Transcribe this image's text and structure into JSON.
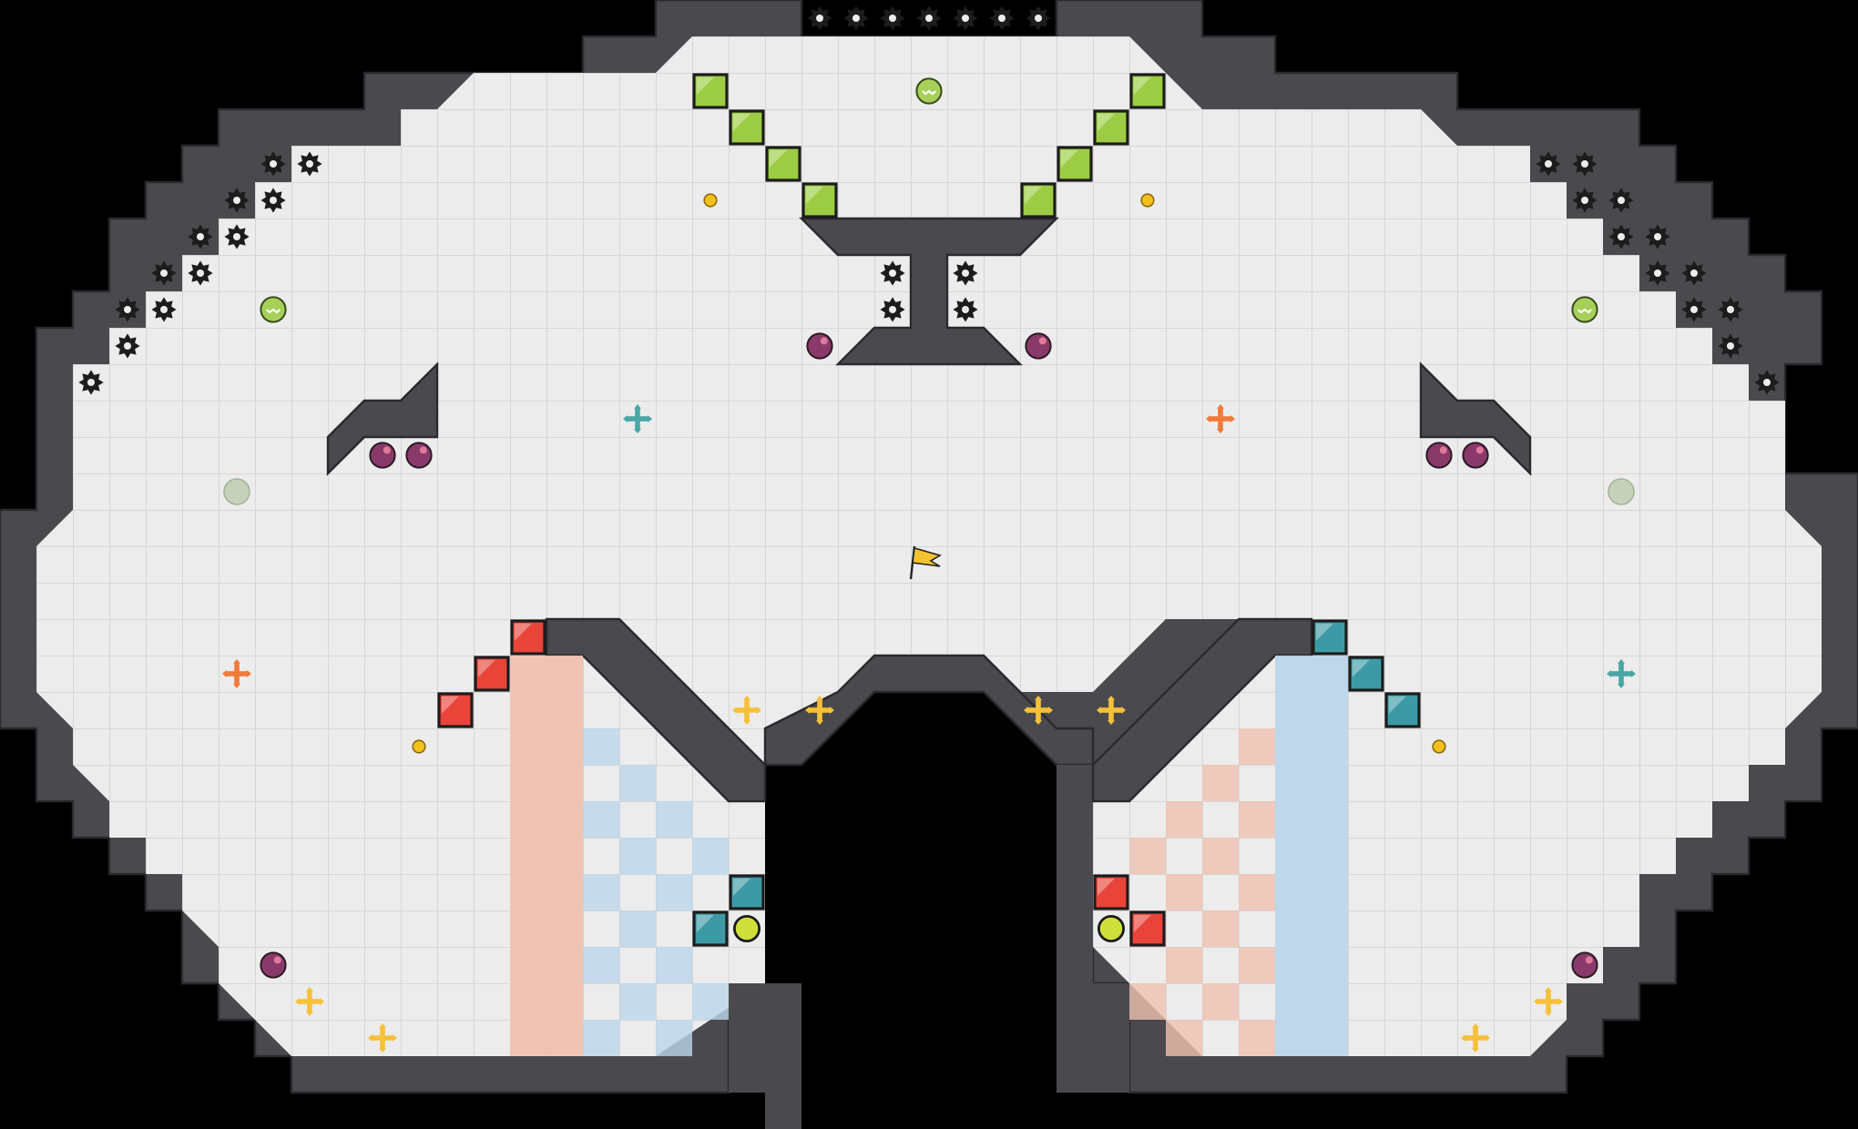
{
  "level": {
    "grid": {
      "cols": 51,
      "rows": 31
    },
    "colors": {
      "background": "#000000",
      "floor": "#ececec",
      "grid_line": "#d9d9d9",
      "wall": "#4a4a4e",
      "wall_edge": "#2a2a2e",
      "red_block": "#e8443a",
      "green_block": "#9ccc43",
      "teal_block": "#3c9aa6",
      "red_zone": "#efc2b2",
      "blue_zone": "#bcd6ea",
      "sawblade": "#1c1c1c",
      "bomb": "#8a3a6a",
      "coin": "#f4c01a",
      "spring": "#a6d05a",
      "portal": "#c5d1b8",
      "orange_cross": "#f07a3a",
      "teal_cross": "#4aa6a6",
      "yellow_cross": "#f6c13a",
      "flag": "#f4c430"
    },
    "icons": {
      "sawblade": "sawblade-icon",
      "bomb": "bomb-icon",
      "coin": "coin-icon",
      "spring": "spring-icon",
      "portal": "portal-icon",
      "cross": "move-cross-icon",
      "flag": "goal-flag-icon",
      "block": "color-block-icon",
      "dot": "switch-dot-icon"
    },
    "sawblades": [
      [
        22,
        0
      ],
      [
        23,
        0
      ],
      [
        24,
        0
      ],
      [
        25,
        0
      ],
      [
        26,
        0
      ],
      [
        27,
        0
      ],
      [
        28,
        0
      ],
      [
        7,
        4
      ],
      [
        8,
        4
      ],
      [
        6,
        5
      ],
      [
        7,
        5
      ],
      [
        5,
        6
      ],
      [
        6,
        6
      ],
      [
        4,
        7
      ],
      [
        5,
        7
      ],
      [
        3,
        8
      ],
      [
        4,
        8
      ],
      [
        3,
        9
      ],
      [
        2,
        10
      ],
      [
        42,
        4
      ],
      [
        43,
        4
      ],
      [
        43,
        5
      ],
      [
        44,
        5
      ],
      [
        44,
        6
      ],
      [
        45,
        6
      ],
      [
        45,
        7
      ],
      [
        46,
        7
      ],
      [
        46,
        8
      ],
      [
        47,
        8
      ],
      [
        47,
        9
      ],
      [
        48,
        10
      ],
      [
        24,
        7
      ],
      [
        26,
        7
      ],
      [
        24,
        8
      ],
      [
        26,
        8
      ]
    ],
    "bombs": [
      [
        22,
        9
      ],
      [
        28,
        9
      ],
      [
        10,
        12
      ],
      [
        11,
        12
      ],
      [
        39,
        12
      ],
      [
        40,
        12
      ],
      [
        7,
        26
      ],
      [
        43,
        26
      ]
    ],
    "coins": [
      [
        19,
        5
      ],
      [
        31,
        5
      ],
      [
        11,
        20
      ],
      [
        39,
        20
      ]
    ],
    "springs": [
      [
        25,
        2
      ],
      [
        7,
        8
      ],
      [
        43,
        8
      ]
    ],
    "portals": [
      [
        6,
        13
      ],
      [
        44,
        13
      ]
    ],
    "orange_crosses": [
      [
        33,
        11
      ],
      [
        6,
        18
      ]
    ],
    "teal_crosses": [
      [
        17,
        11
      ],
      [
        44,
        18
      ]
    ],
    "yellow_crosses": [
      [
        20,
        19
      ],
      [
        22,
        19
      ],
      [
        28,
        19
      ],
      [
        30,
        19
      ],
      [
        8,
        27
      ],
      [
        10,
        28
      ],
      [
        42,
        27
      ],
      [
        40,
        28
      ]
    ],
    "green_blocks": [
      [
        19,
        2
      ],
      [
        20,
        3
      ],
      [
        21,
        4
      ],
      [
        22,
        5
      ],
      [
        31,
        2
      ],
      [
        30,
        3
      ],
      [
        29,
        4
      ],
      [
        28,
        5
      ]
    ],
    "red_blocks": [
      [
        14,
        17
      ],
      [
        13,
        18
      ],
      [
        12,
        19
      ],
      [
        30,
        24
      ],
      [
        31,
        25
      ]
    ],
    "teal_blocks": [
      [
        36,
        17
      ],
      [
        37,
        18
      ],
      [
        38,
        19
      ],
      [
        20,
        24
      ],
      [
        19,
        25
      ]
    ],
    "yellow_dots": [
      [
        20,
        25
      ],
      [
        30,
        25
      ]
    ],
    "red_zone_cols": [
      {
        "col": 14,
        "row_start": 18,
        "row_end": 28,
        "style": "solid"
      },
      {
        "col": 15,
        "row_start": 18,
        "row_end": 28,
        "style": "solid"
      },
      {
        "col": 32,
        "row_start": 21,
        "row_end": 28,
        "style": "checker"
      },
      {
        "col": 33,
        "row_start": 20,
        "row_end": 28,
        "style": "checker"
      },
      {
        "col": 34,
        "row_start": 19,
        "row_end": 28,
        "style": "checker"
      },
      {
        "col": 31,
        "row_start": 22,
        "row_end": 28,
        "style": "checker"
      }
    ],
    "blue_zone_cols": [
      {
        "col": 35,
        "row_start": 18,
        "row_end": 28,
        "style": "solid"
      },
      {
        "col": 36,
        "row_start": 18,
        "row_end": 28,
        "style": "solid"
      },
      {
        "col": 16,
        "row_start": 19,
        "row_end": 28,
        "style": "checker"
      },
      {
        "col": 17,
        "row_start": 20,
        "row_end": 28,
        "style": "checker"
      },
      {
        "col": 18,
        "row_start": 21,
        "row_end": 28,
        "style": "checker"
      },
      {
        "col": 19,
        "row_start": 22,
        "row_end": 28,
        "style": "checker"
      }
    ],
    "flag": [
      25,
      15
    ]
  }
}
